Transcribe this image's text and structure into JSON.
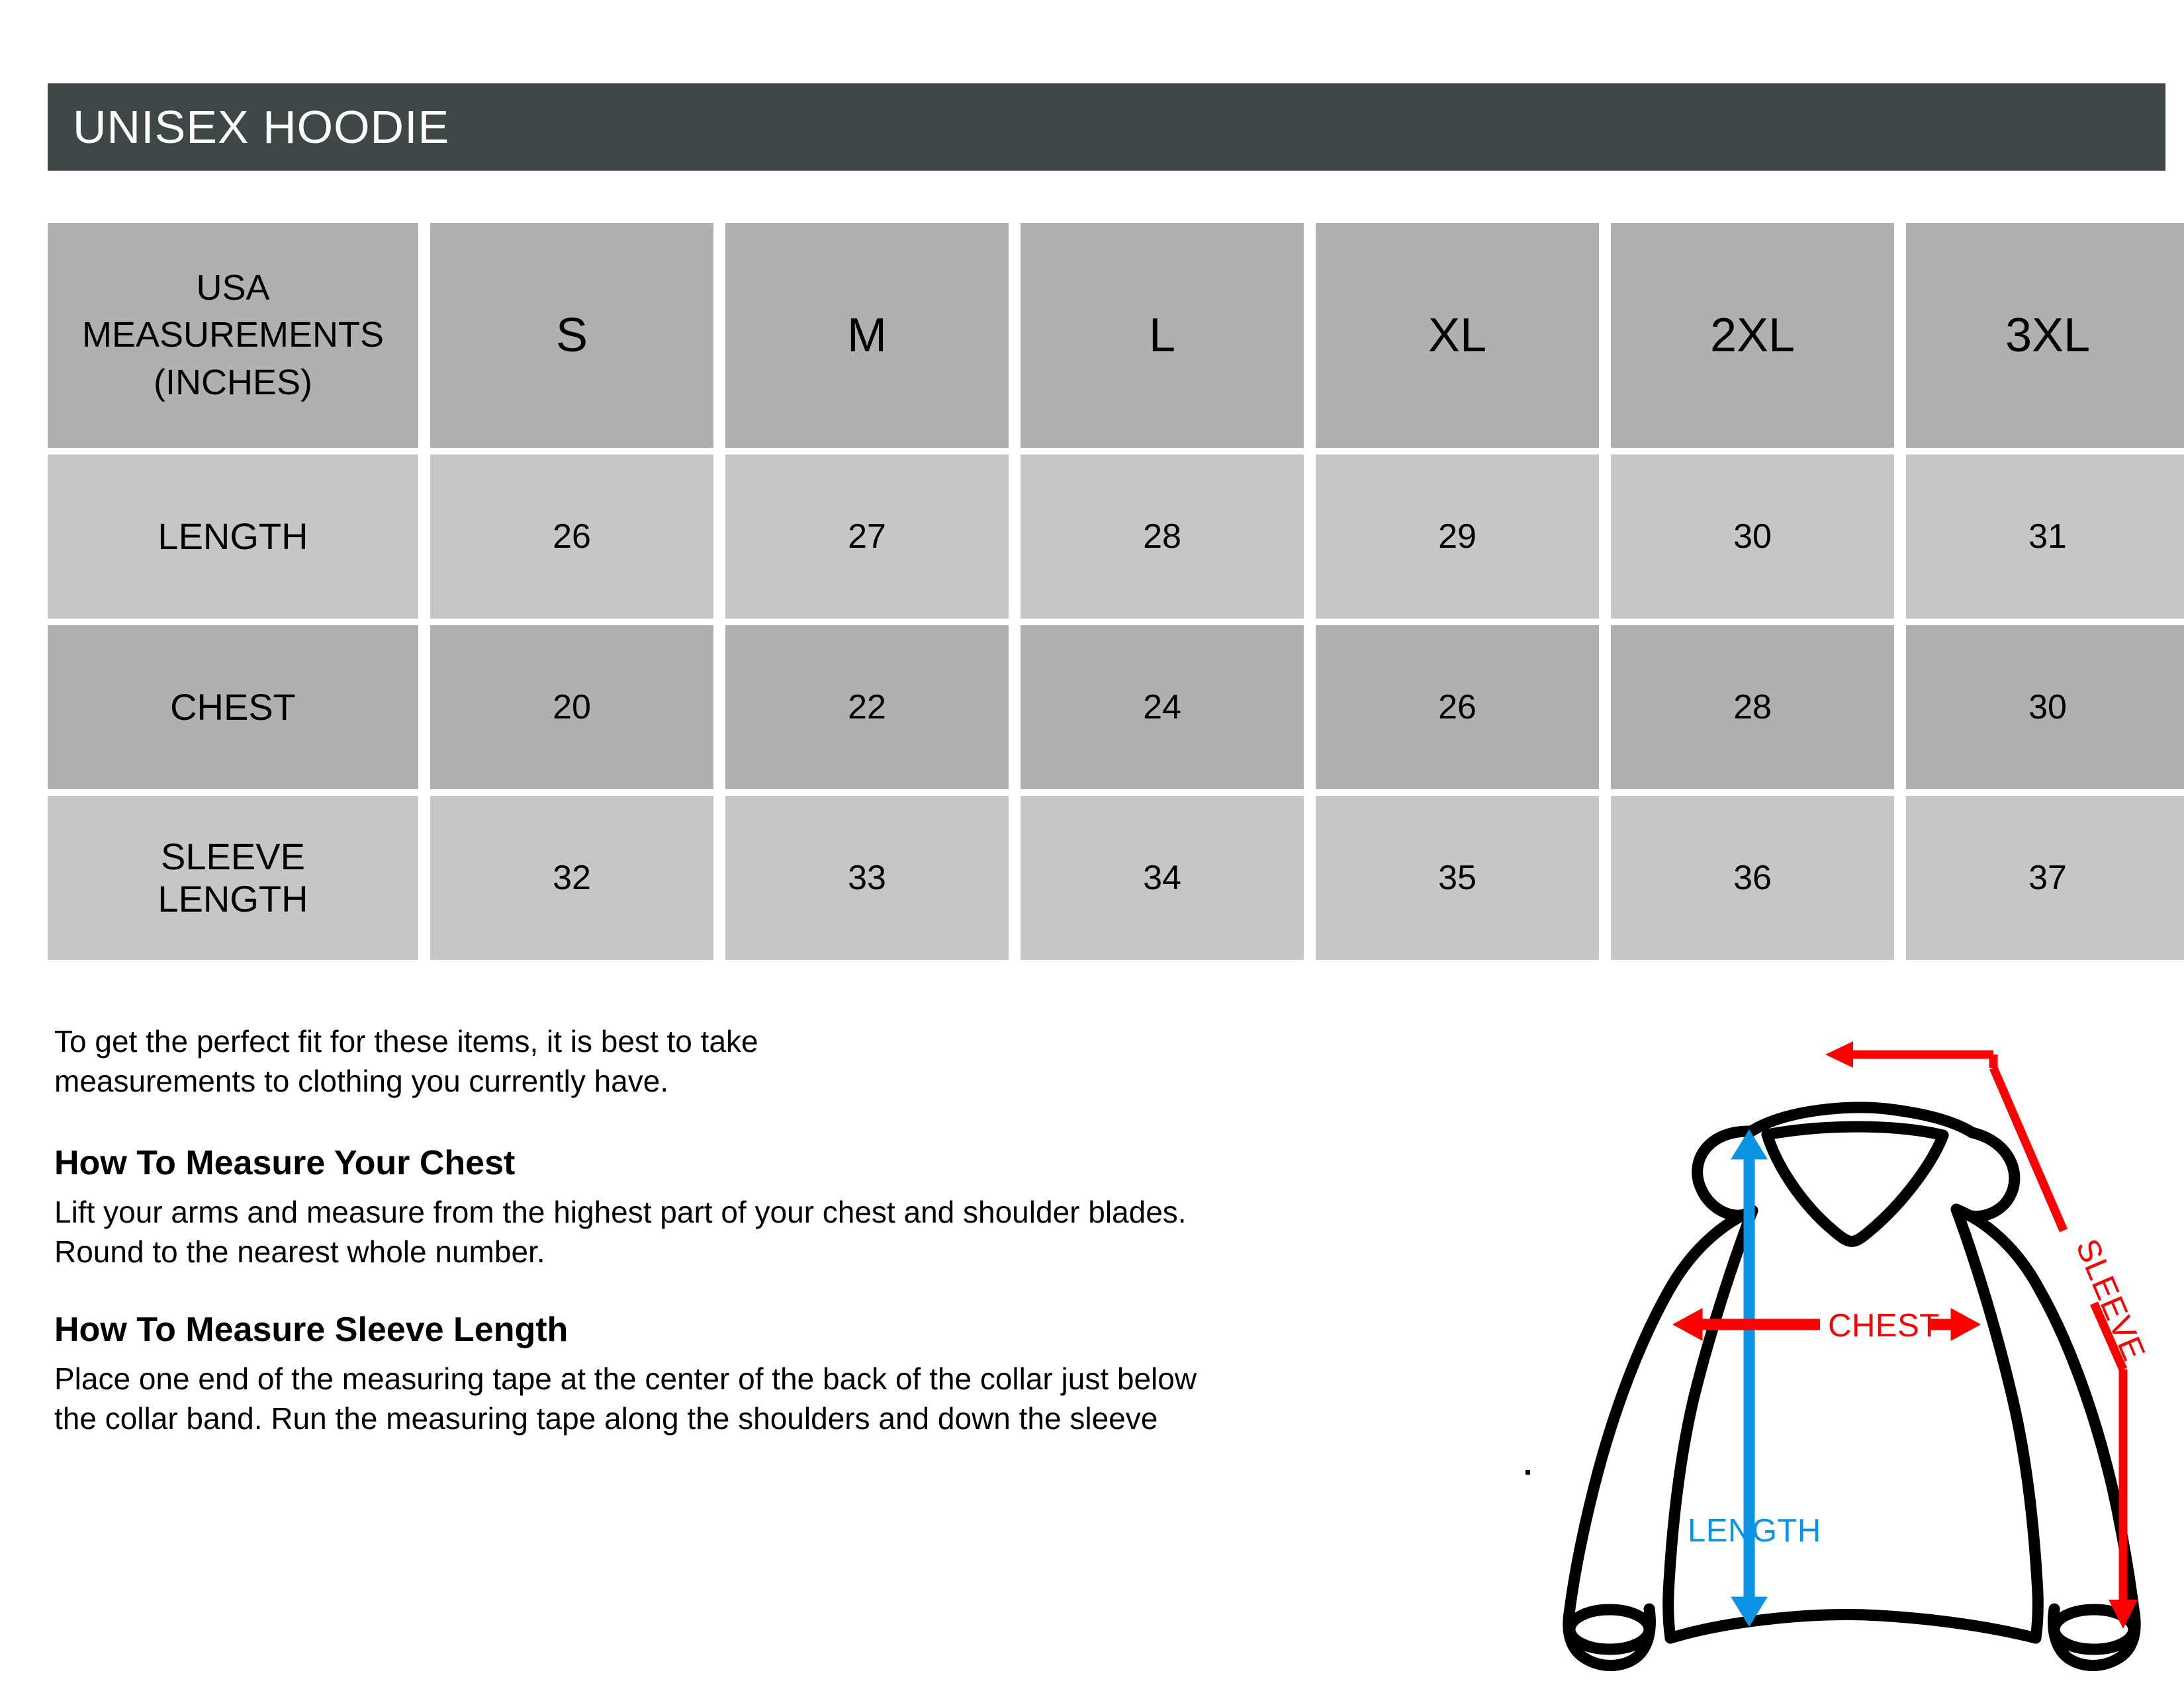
{
  "header": {
    "title": "UNISEX HOODIE",
    "bar_color": "#3f4747",
    "text_color": "#ffffff"
  },
  "table": {
    "header_row_bg": "#b0b0b0",
    "dark_row_bg": "#b0b0b0",
    "light_row_bg": "#c6c6c6",
    "corner_label_lines": [
      "USA",
      "MEASUREMENTS",
      "(INCHES)"
    ],
    "size_columns": [
      "S",
      "M",
      "L",
      "XL",
      "2XL",
      "3XL"
    ],
    "rows": [
      {
        "label": "LENGTH",
        "label_line1": "LENGTH",
        "label_line2": "",
        "values": [
          "26",
          "27",
          "28",
          "29",
          "30",
          "31"
        ]
      },
      {
        "label": "CHEST",
        "label_line1": "CHEST",
        "label_line2": "",
        "values": [
          "20",
          "22",
          "24",
          "26",
          "28",
          "30"
        ]
      },
      {
        "label": "SLEEVE LENGTH",
        "label_line1": "SLEEVE",
        "label_line2": "LENGTH",
        "values": [
          "32",
          "33",
          "34",
          "35",
          "36",
          "37"
        ]
      }
    ]
  },
  "copy": {
    "intro": "To get the perfect fit for these items, it is best to take\nmeasurements to clothing you currently have.",
    "chest_heading": "How To Measure Your Chest",
    "chest_body": "Lift your arms and measure from the highest part of your chest and shoulder blades.\nRound to the nearest whole number.",
    "sleeve_heading": "How To Measure Sleeve Length",
    "sleeve_body": "Place one end of the measuring tape at the center of the back of the collar just below\nthe collar band. Run the measuring tape along the shoulders and down the sleeve"
  },
  "diagram": {
    "garment": "hoodie",
    "outline_color": "#000000",
    "chest_label": "CHEST",
    "chest_color": "#ff0000",
    "length_label": "LENGTH",
    "length_color": "#0b93e4",
    "sleeve_label": "SLEEVE",
    "sleeve_color": "#ff0000"
  }
}
